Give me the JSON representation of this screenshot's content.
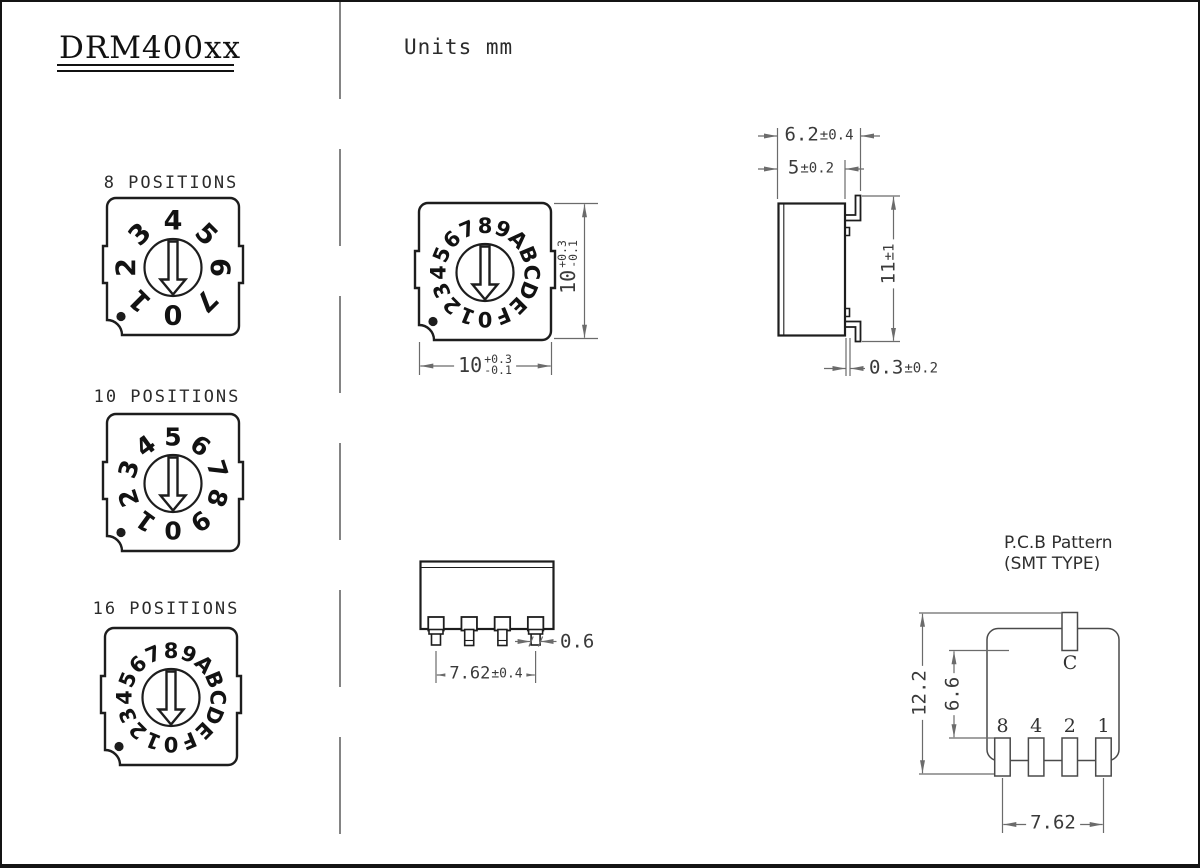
{
  "page": {
    "title": "DRM400xx",
    "units_label": "Units mm"
  },
  "colors": {
    "ink": "#1d1d1d",
    "dim_line": "#6b6b6b",
    "pcb_line": "#4a4a4a",
    "bg": "#ffffff"
  },
  "switch_views": [
    {
      "label": "8 POSITIONS",
      "dial_chars": "01234567"
    },
    {
      "label": "10 POSITIONS",
      "dial_chars": "0123456789"
    },
    {
      "label": "16 POSITIONS",
      "dial_chars": "0123456789ABCDEF"
    }
  ],
  "top_view": {
    "dial_chars": "0123456789ABCDEF",
    "width_dim": {
      "value": "10",
      "tol_plus": "+0.3",
      "tol_minus": "-0.1"
    },
    "height_dim": {
      "value": "10",
      "tol_plus": "+0.3",
      "tol_minus": "-0.1"
    }
  },
  "side_view": {
    "overall_depth": {
      "value": "6.2",
      "tol": "±0.4"
    },
    "body_depth": {
      "value": "5",
      "tol": "±0.2"
    },
    "height": {
      "value": "11",
      "tol": "±1"
    },
    "lead_standoff": {
      "value": "0.3",
      "tol": "±0.2"
    }
  },
  "front_view": {
    "lead_width": {
      "value": "0.6"
    },
    "lead_span": {
      "value": "7.62",
      "tol": "±0.4"
    }
  },
  "pcb_pattern": {
    "title_line1": "P.C.B Pattern",
    "title_line2": "(SMT TYPE)",
    "common_pad_label": "C",
    "pad_labels": [
      "8",
      "4",
      "2",
      "1"
    ],
    "overall_span": {
      "value": "12.2"
    },
    "pad_gap": {
      "value": "6.6"
    },
    "pad_span": {
      "value": "7.62"
    }
  }
}
